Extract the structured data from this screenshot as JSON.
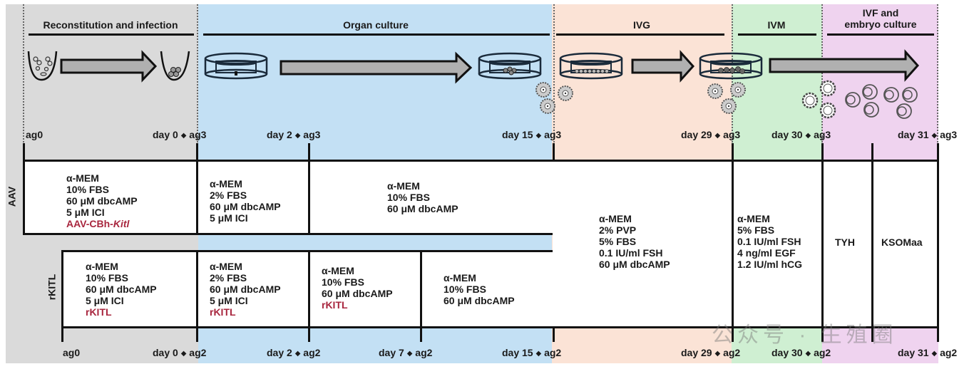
{
  "phases": [
    {
      "label": "Reconstitution and infection",
      "color": "#dadada"
    },
    {
      "label": "Organ culture",
      "color": "#c3e0f4"
    },
    {
      "label": "IVG",
      "color": "#fbe3d6"
    },
    {
      "label": "IVM",
      "color": "#cfefd2"
    },
    {
      "label": "IVF and embryo culture",
      "line1": "IVF and",
      "line2": "embryo culture",
      "color": "#efd3ef"
    }
  ],
  "top_timeline": {
    "start": "ag0",
    "ticks": [
      {
        "day": "day 0",
        "ag": "ag3"
      },
      {
        "day": "day 2",
        "ag": "ag3"
      },
      {
        "day": "day 15",
        "ag": "ag3"
      },
      {
        "day": "day 29",
        "ag": "ag3"
      },
      {
        "day": "day 30",
        "ag": "ag3"
      },
      {
        "day": "day 31",
        "ag": "ag3"
      }
    ]
  },
  "bottom_timeline": {
    "start": "ag0",
    "ticks": [
      {
        "day": "day 0",
        "ag": "ag2"
      },
      {
        "day": "day 2",
        "ag": "ag2"
      },
      {
        "day": "day 7",
        "ag": "ag2"
      },
      {
        "day": "day 15",
        "ag": "ag2"
      },
      {
        "day": "day 29",
        "ag": "ag2"
      },
      {
        "day": "day 30",
        "ag": "ag2"
      },
      {
        "day": "day 31",
        "ag": "ag2"
      }
    ]
  },
  "rows": {
    "aav_label": "AAV",
    "rkitl_label": "rKITL"
  },
  "aav_cells": [
    {
      "lines": [
        "α-MEM",
        "10% FBS",
        "60 μM dbcAMP",
        "5 μM ICI"
      ],
      "highlight": "AAV-CBh-",
      "highlight_italic": "Kitl"
    },
    {
      "lines": [
        "α-MEM",
        "2% FBS",
        "60 μM dbcAMP",
        "5 μM ICI"
      ]
    },
    {
      "lines": [
        "α-MEM",
        "10% FBS",
        "60 μM dbcAMP"
      ]
    }
  ],
  "rkitl_cells": [
    {
      "lines": [
        "α-MEM",
        "10% FBS",
        "60 μM dbcAMP",
        "5 μM ICI"
      ],
      "highlight": "rKITL"
    },
    {
      "lines": [
        "α-MEM",
        "2% FBS",
        "60 μM dbcAMP",
        "5 μM ICI"
      ],
      "highlight": "rKITL"
    },
    {
      "lines": [
        "α-MEM",
        "10% FBS",
        "60 μM dbcAMP"
      ],
      "highlight": "rKITL"
    },
    {
      "lines": [
        "α-MEM",
        "10% FBS",
        "60 μM dbcAMP"
      ]
    }
  ],
  "shared_cells": {
    "ivg": [
      "α-MEM",
      "2% PVP",
      "5% FBS",
      "0.1 IU/ml FSH",
      "60 μM dbcAMP"
    ],
    "ivm": [
      "α-MEM",
      "5% FBS",
      "0.1 IU/ml FSH",
      "4 ng/ml EGF",
      "1.2 IU/ml hCG"
    ],
    "tyh": "TYH",
    "ksom": "KSOMaa"
  },
  "highlight_color": "#a8263e",
  "watermark": "公众号 · 生殖圈",
  "icons": [
    "well-with-cells-icon",
    "arrow-icon",
    "well-aggregate-icon",
    "culture-dish-icon",
    "follicle-icon",
    "oocyte-icon",
    "embryo-icon"
  ]
}
